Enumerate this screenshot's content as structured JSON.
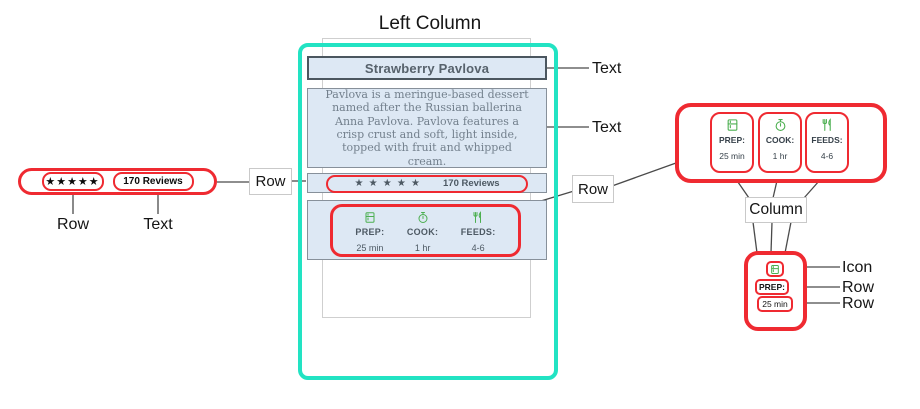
{
  "colors": {
    "highlight_cyan": "#22e3c3",
    "annotation_red": "#ef2a31",
    "icon_green": "#4caf50",
    "card_bg_blue": "#dde8f4"
  },
  "labels": {
    "diagram_title": "Left Column",
    "text_callout_1": "Text",
    "text_callout_2": "Text",
    "row_callout_left": "Row",
    "row_callout_right": "Row",
    "column_callout": "Column",
    "stars_row_label": "Row",
    "reviews_text_label": "Text",
    "icon_label": "Icon",
    "prep_row_label": "Row",
    "value_row_label": "Row"
  },
  "card": {
    "title": "Strawberry Pavlova",
    "description": "Pavlova is a meringue-based dessert named after the Russian ballerina Anna Pavlova. Pavlova features a crisp crust and soft, light inside, topped with fruit and whipped cream.",
    "rating_stars": "★ ★ ★ ★ ★",
    "reviews": "170 Reviews",
    "metrics": [
      {
        "icon": "kitchen-icon",
        "label": "PREP:",
        "value": "25 min"
      },
      {
        "icon": "timer-icon",
        "label": "COOK:",
        "value": "1 hr"
      },
      {
        "icon": "restaurant-icon",
        "label": "FEEDS:",
        "value": "4-6"
      }
    ]
  },
  "ratings_detail": {
    "stars": "★★★★★",
    "reviews": "170 Reviews"
  }
}
